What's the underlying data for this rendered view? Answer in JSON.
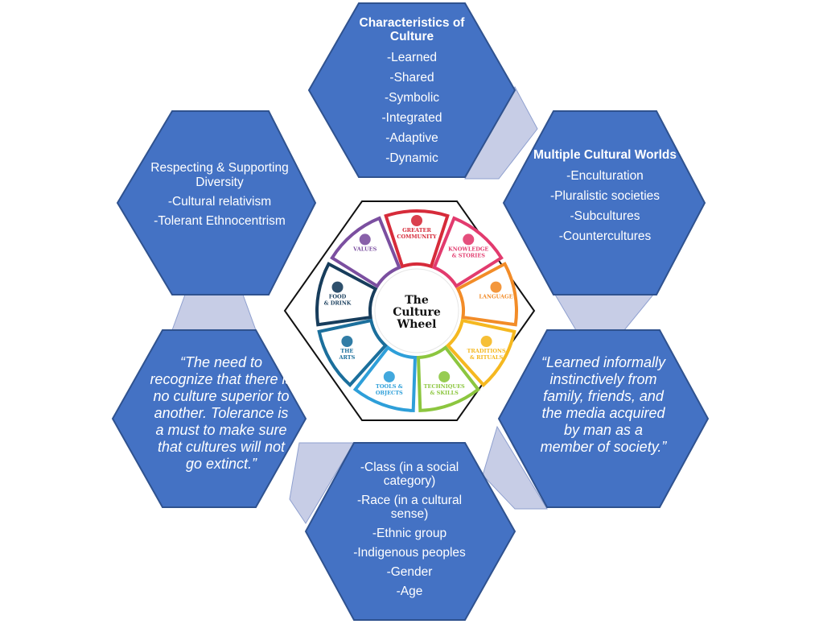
{
  "colors": {
    "hex_fill": "#4472c4",
    "hex_edge": "#2f528f",
    "connector": "#c7cde6",
    "seg_community": "#d62b3a",
    "seg_knowledge": "#e23b6e",
    "seg_language": "#f28c28",
    "seg_traditions": "#f5b820",
    "seg_techniques": "#8cc63f",
    "seg_tools": "#2e9fd9",
    "seg_arts": "#1b6f9c",
    "seg_food": "#173d5c",
    "seg_values": "#7b4fa0"
  },
  "characteristics": {
    "title": "Characteristics of Culture",
    "items": [
      "-Learned",
      "-Shared",
      "-Symbolic",
      "-Integrated",
      "-Adaptive",
      "-Dynamic"
    ]
  },
  "multiple_worlds": {
    "title": "Multiple Cultural Worlds",
    "items": [
      "-Enculturation",
      "-Pluralistic societies",
      "-Subcultures",
      "-Countercultures"
    ]
  },
  "learned_quote": {
    "text": "“Learned informally instinctively from family, friends, and the media acquired by man as a member of society.”"
  },
  "identity_list": {
    "items": [
      "-Class (in a social category)",
      "-Race (in a cultural sense)",
      "-Ethnic group",
      "-Indigenous peoples",
      "-Gender",
      "-Age"
    ]
  },
  "tolerance_quote": {
    "text": "“The need to recognize that there is no culture superior to another. Tolerance is a must to make sure that cultures will not go extinct.”"
  },
  "diversity": {
    "title": "Respecting & Supporting Diversity",
    "items": [
      "-Cultural relativism",
      "-Tolerant Ethnocentrism"
    ]
  },
  "wheel": {
    "center": [
      "The",
      "Culture",
      "Wheel"
    ],
    "segments": [
      {
        "key": "community",
        "lines": [
          "GREATER",
          "COMMUNITY"
        ],
        "icon": "handshake-icon"
      },
      {
        "key": "knowledge",
        "lines": [
          "KNOWLEDGE",
          "& STORIES"
        ],
        "icon": "lightbulb-icon"
      },
      {
        "key": "language",
        "lines": [
          "LANGUAGE"
        ],
        "icon": "people-talking-icon"
      },
      {
        "key": "traditions",
        "lines": [
          "TRADITIONS",
          "& RITUALS"
        ],
        "icon": "house-icon"
      },
      {
        "key": "techniques",
        "lines": [
          "TECHNIQUES",
          "& SKILLS"
        ],
        "icon": "puzzle-icon"
      },
      {
        "key": "tools",
        "lines": [
          "TOOLS &",
          "OBJECTS"
        ],
        "icon": "gears-icon"
      },
      {
        "key": "arts",
        "lines": [
          "THE",
          "ARTS"
        ],
        "icon": "music-note-icon"
      },
      {
        "key": "food",
        "lines": [
          "FOOD",
          "& DRINK"
        ],
        "icon": "steaming-cup-icon"
      },
      {
        "key": "values",
        "lines": [
          "VALUES"
        ],
        "icon": "award-ribbon-icon"
      }
    ]
  }
}
